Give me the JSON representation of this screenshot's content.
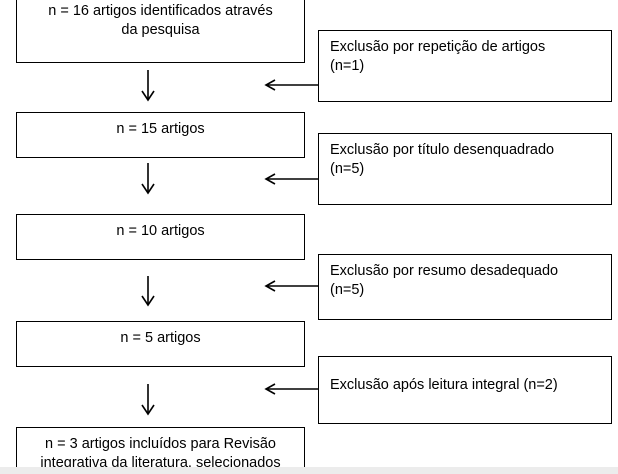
{
  "diagram": {
    "steps": [
      {
        "lines": [
          "n = 16 artigos identificados através",
          "da pesquisa"
        ]
      },
      {
        "lines": [
          "n = 15 artigos"
        ]
      },
      {
        "lines": [
          "n = 10 artigos"
        ]
      },
      {
        "lines": [
          "n = 5 artigos"
        ]
      },
      {
        "lines": [
          "n = 3 artigos incluídos para Revisão",
          "integrativa da literatura, selecionados"
        ]
      }
    ],
    "exclusions": [
      {
        "lines": [
          "Exclusão por repetição de artigos",
          "(n=1)"
        ]
      },
      {
        "lines": [
          "Exclusão por título desenquadrado",
          "(n=5)"
        ]
      },
      {
        "lines": [
          "Exclusão por resumo desadequado",
          "(n=5)"
        ]
      },
      {
        "lines": [
          "Exclusão após leitura integral (n=2)"
        ]
      }
    ]
  }
}
